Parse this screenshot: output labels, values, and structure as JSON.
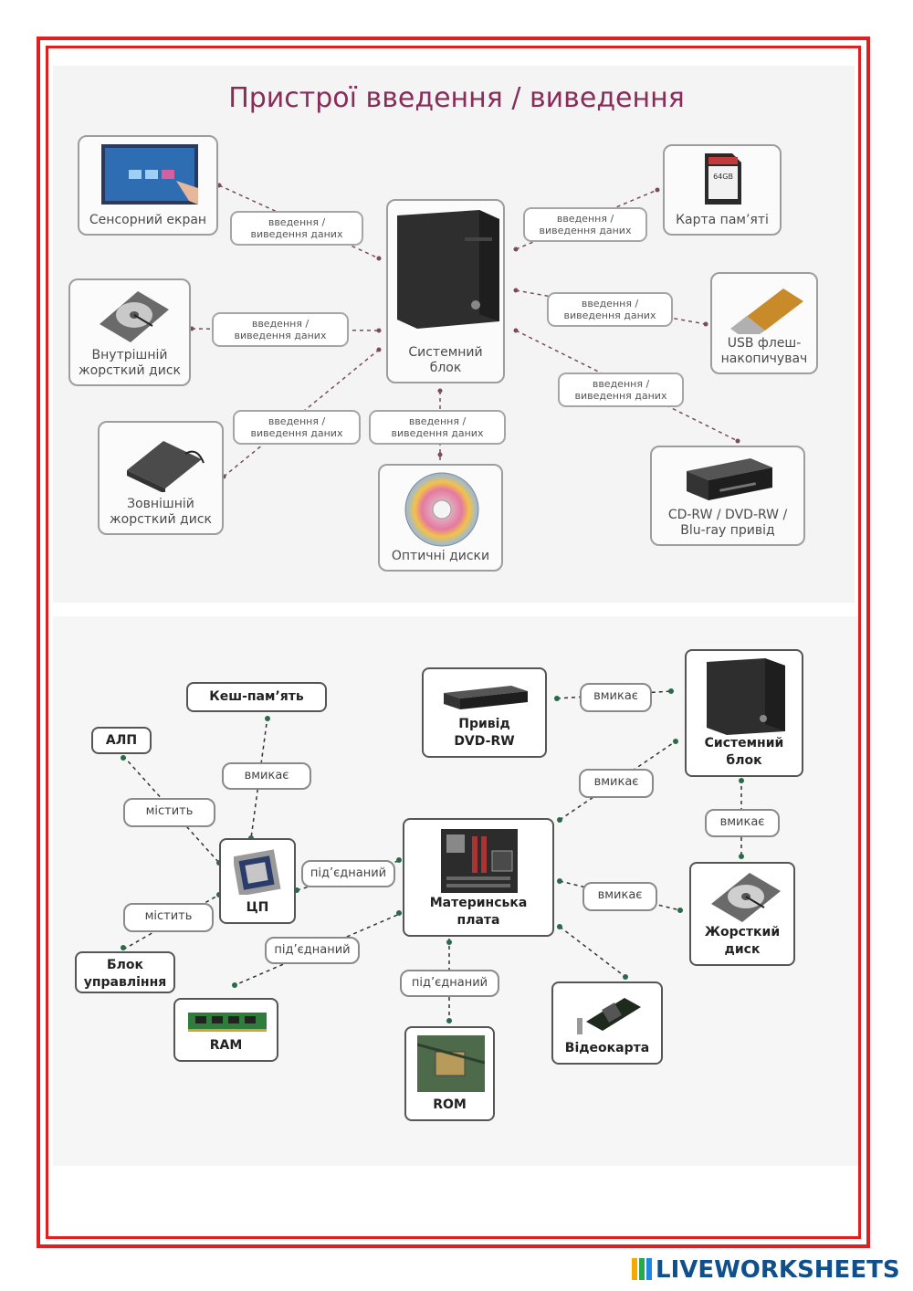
{
  "top": {
    "title": "Пристрої введення / виведення",
    "devices": {
      "touch": "Сенсорний екран",
      "hdd_int_1": "Внутрішній",
      "hdd_int_2": "жорсткий диск",
      "hdd_ext_1": "Зовнішній",
      "hdd_ext_2": "жорсткий диск",
      "sysunit_1": "Системний",
      "sysunit_2": "блок",
      "optical": "Оптичні диски",
      "card": "Карта пам’яті",
      "usb_1": "USB флеш-",
      "usb_2": "накопичувач",
      "drive_1": "CD-RW / DVD-RW /",
      "drive_2": "Blu-ray привід",
      "sd_text": "64GB"
    },
    "conn_1": "введення /",
    "conn_2": "виведення даних"
  },
  "bottom": {
    "cache": "Кеш-пам’ять",
    "alu": "АЛП",
    "control_1": "Блок",
    "control_2": "управління",
    "cpu": "ЦП",
    "ram": "RAM",
    "rom": "ROM",
    "mb_1": "Материнська",
    "mb_2": "плата",
    "gpu": "Відеокарта",
    "dvd_1": "Привід",
    "dvd_2": "DVD-RW",
    "sys_1": "Системний",
    "sys_2": "блок",
    "hdd_1": "Жорсткий",
    "hdd_2": "диск",
    "rel_on": "вмикає",
    "rel_contains": "містить",
    "rel_connected": "під’єднаний"
  },
  "brand": "LIVEWORKSHEETS",
  "colors": {
    "frame": "#e02020",
    "title": "#8a2c59",
    "brand": "#0f4f8c"
  }
}
